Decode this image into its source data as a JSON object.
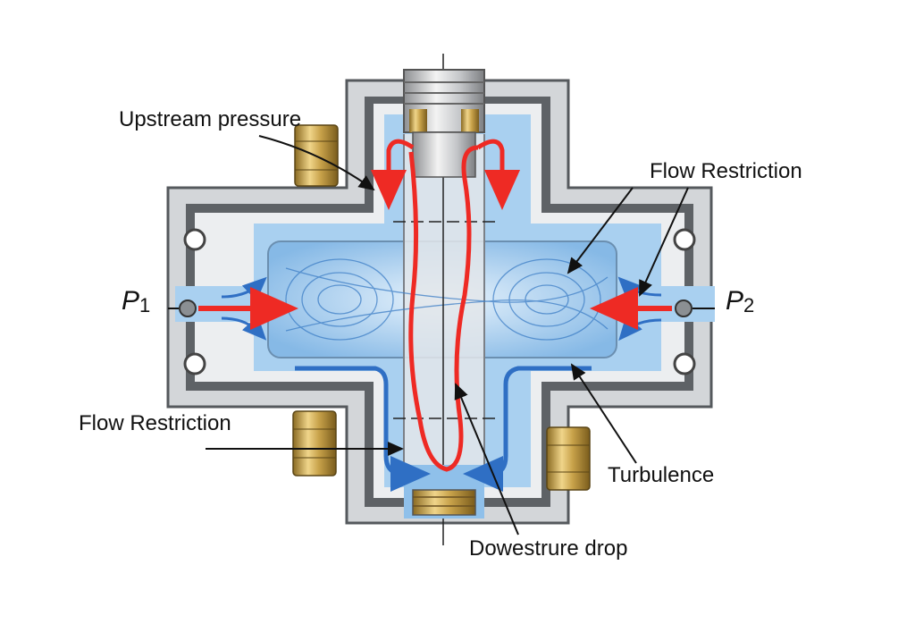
{
  "labels": {
    "upstream_pressure": "Upstream pressure",
    "flow_restriction_right": "Flow Restriction",
    "flow_restriction_left": "Flow Restriction",
    "turbulence": "Turbulence",
    "downstream_drop": "Dowestrure drop"
  },
  "ports": {
    "p1_letter": "P",
    "p1_sub": "1",
    "p2_letter": "P",
    "p2_sub": "2"
  },
  "colors": {
    "housing_gray": "#c9ccd0",
    "housing_dark": "#6a6e72",
    "fluid_blue": "#9cc8ec",
    "flow_blue": "#2f6fc4",
    "flow_red": "#ee2a24",
    "brass": "#c8a24a"
  }
}
